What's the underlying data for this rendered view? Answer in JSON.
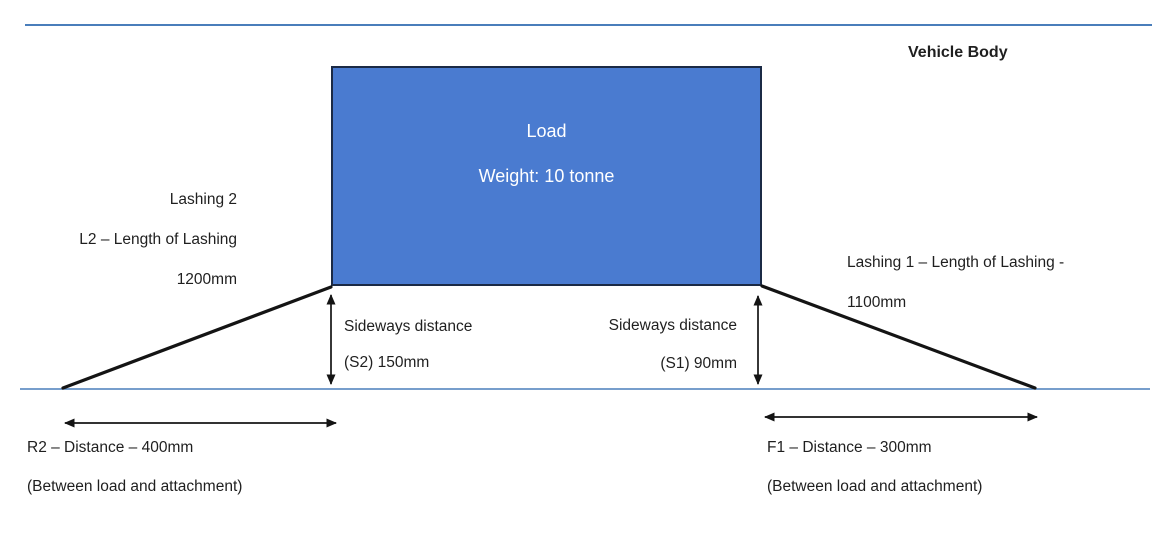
{
  "diagram": {
    "title_context": "Load lashing diagram on vehicle body",
    "vehicle_body_label": "Vehicle Body",
    "load": {
      "title": "Load",
      "weight": "Weight: 10 tonne"
    },
    "lashing2": {
      "line1": "Lashing 2",
      "line2": "L2 – Length of Lashing",
      "line3": "1200mm"
    },
    "lashing1": {
      "line1": "Lashing 1 – Length of Lashing -",
      "line2": "1100mm"
    },
    "sideways_left": {
      "line1": "Sideways distance",
      "line2": "(S2) 150mm"
    },
    "sideways_right": {
      "line1": "Sideways distance",
      "line2": "(S1) 90mm"
    },
    "distance_left": {
      "line1": "R2 – Distance – 400mm",
      "line2": "(Between load and attachment)"
    },
    "distance_right": {
      "line1": "F1 – Distance – 300mm",
      "line2": "(Between load and attachment)"
    },
    "colors": {
      "guide_line": "#4a7ebb",
      "lashing_line": "#141414",
      "arrow": "#141414",
      "load_fill": "#4a7bd0",
      "load_border": "#1b2a45",
      "load_text": "#ffffff",
      "text": "#1f1f1f"
    }
  }
}
